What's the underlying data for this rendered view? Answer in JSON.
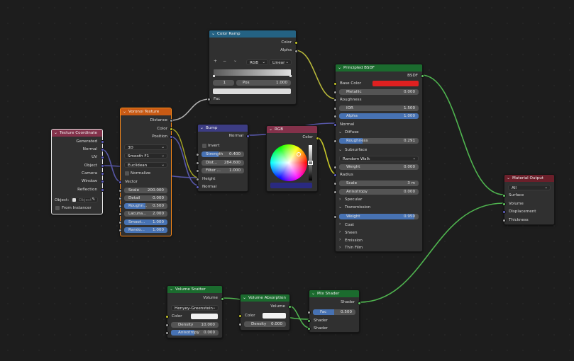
{
  "colors": {
    "input_header": "#83314a",
    "texture_header": "#e16a1b",
    "converter_header": "#246283",
    "vector_header": "#3c3c83",
    "shader_header": "#1b6b2e",
    "output_header": "#6b1f2a",
    "base_color": "#e02020",
    "rgb_bar": "#2a2a80"
  },
  "texture_coordinate": {
    "title": "Texture Coordinate",
    "outputs": [
      "Generated",
      "Normal",
      "UV",
      "Object",
      "Camera",
      "Window",
      "Reflection"
    ],
    "object_label": "Object:",
    "object_placeholder": "Object",
    "from_instancer": "From Instancer"
  },
  "voronoi": {
    "title": "Voronoi Texture",
    "outputs": [
      "Distance",
      "Color",
      "Position"
    ],
    "dims": "3D",
    "feature": "Smooth F1",
    "metric": "Euclidean",
    "normalize": "Normalize",
    "vector": "Vector",
    "fields": [
      {
        "label": "Scale",
        "value": "200.000"
      },
      {
        "label": "Detail",
        "value": "0.000"
      },
      {
        "label": "Roughn...",
        "value": "0.500"
      },
      {
        "label": "Lacuna...",
        "value": "2.000"
      },
      {
        "label": "Smoot...",
        "value": "1.000"
      },
      {
        "label": "Rando...",
        "value": "1.000"
      }
    ]
  },
  "color_ramp": {
    "title": "Color Ramp",
    "outputs": [
      "Color",
      "Alpha"
    ],
    "mode": "RGB",
    "interp": "Linear",
    "stop_index": "1",
    "pos_label": "Pos",
    "pos_value": "1.000",
    "fac": "Fac"
  },
  "bump": {
    "title": "Bump",
    "output": "Normal",
    "invert": "Invert",
    "fields": [
      {
        "label": "Strength",
        "value": "0.400"
      },
      {
        "label": "Dist...",
        "value": "284.600"
      },
      {
        "label": "Filter ...",
        "value": "1.000"
      }
    ],
    "inputs": [
      "Height",
      "Normal"
    ]
  },
  "rgb": {
    "title": "RGB",
    "output": "Color"
  },
  "principled": {
    "title": "Principled BSDF",
    "output": "BSDF",
    "base_color": "Base Color",
    "metallic": {
      "label": "Metallic",
      "value": "0.000"
    },
    "roughness": "Roughness",
    "ior": {
      "label": "IOR",
      "value": "1.500"
    },
    "alpha": {
      "label": "Alpha",
      "value": "1.000"
    },
    "normal": "Normal",
    "diffuse": "Diffuse",
    "diffuse_roughness": {
      "label": "Roughness",
      "value": "0.291"
    },
    "subsurface": "Subsurface",
    "ss_method": "Random Walk",
    "ss_weight": {
      "label": "Weight",
      "value": "0.000"
    },
    "radius": "Radius",
    "ss_scale": {
      "label": "Scale",
      "value": "3 m"
    },
    "anisotropy": {
      "label": "Anisotropy",
      "value": "0.000"
    },
    "specular": "Specular",
    "transmission": "Transmission",
    "tr_weight": {
      "label": "Weight",
      "value": "0.950"
    },
    "panels": [
      "Coat",
      "Sheen",
      "Emission",
      "Thin Film"
    ]
  },
  "material_output": {
    "title": "Material Output",
    "target": "All",
    "inputs": [
      "Surface",
      "Volume",
      "Displacement",
      "Thickness"
    ]
  },
  "volume_scatter": {
    "title": "Volume Scatter",
    "output": "Volume",
    "phase": "Henyey-Greenstein",
    "color": "Color",
    "density": {
      "label": "Density",
      "value": "10.000"
    },
    "anisotropy": {
      "label": "Anisotropy",
      "value": "0.000"
    }
  },
  "volume_absorption": {
    "title": "Volume Absorption",
    "output": "Volume",
    "color": "Color",
    "density": {
      "label": "Density",
      "value": "0.000"
    }
  },
  "mix_shader": {
    "title": "Mix Shader",
    "output": "Shader",
    "fac": {
      "label": "Fac",
      "value": "0.500"
    },
    "inputs": [
      "Shader",
      "Shader"
    ]
  }
}
